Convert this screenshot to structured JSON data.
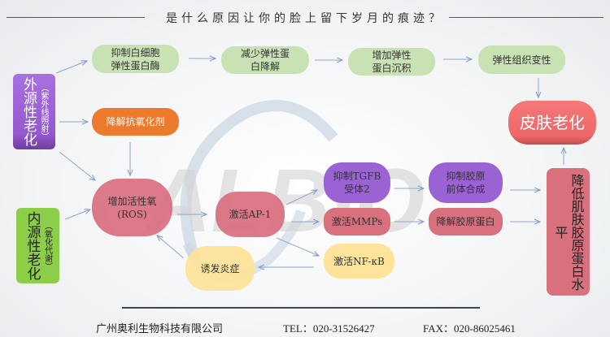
{
  "title": "是什么原因让你的脸上留下岁月的痕迹？",
  "watermark": "ALBIO",
  "exogenous": {
    "main": "外源性老化",
    "sub": "（紫外线照射）"
  },
  "endogenous": {
    "main": "内源性老化",
    "sub": "（氧化代谢）"
  },
  "nodes": {
    "inhibit_elastase": "抑制白细胞弹性蛋白酶",
    "reduce_elastin_degradation": "减少弹性蛋白降解",
    "increase_elastin_deposit": "增加弹性蛋白沉积",
    "elastic_tissue_degeneration": "弹性组织变性",
    "degrade_antioxidant": "降解抗氧化剂",
    "skin_aging": "皮肤老化",
    "ros_l1": "增加活性氧",
    "ros_l2": "(ROS)",
    "ap1": "激活AP-1",
    "tgfb_l1": "抑制TGFB",
    "tgfb_l2": "受体2",
    "procollagen": "抑制胶原前体合成",
    "mmps": "激活MMPs",
    "degrade_collagen": "降解胶原蛋白",
    "nfkb": "激活NF-κB",
    "inflammation": "诱发炎症",
    "reduce_collagen": "降低肌肤胶原蛋白水平"
  },
  "footer": {
    "company": "广州奥利生物科技有限公司",
    "tel": "TEL：020-31526427",
    "fax": "FAX：020-86025461"
  },
  "colors": {
    "green": "#c8e2b4",
    "purple": "#9b62d4",
    "orange": "#ec7a2c",
    "red": "#d9707e",
    "yellow": "#fde49a",
    "skin": "#f26d6d",
    "lime": "#8cce4a"
  }
}
